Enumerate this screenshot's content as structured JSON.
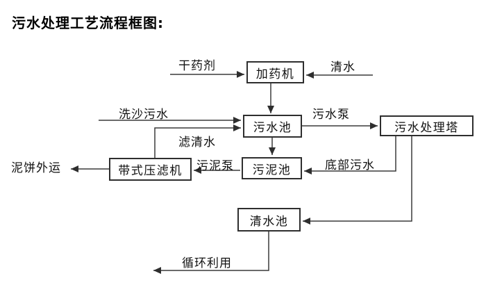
{
  "page": {
    "title": "污水处理工艺流程框图:",
    "background_color": "#ffffff",
    "line_color": "#333333"
  },
  "diagram": {
    "type": "flowchart",
    "nodes": {
      "dosing_machine": "加药机",
      "sewage_pool": "污水池",
      "sewage_treatment_tower": "污水处理塔",
      "sludge_pool": "污泥池",
      "belt_filter_press": "带式压滤机",
      "clear_water_pool": "清水池"
    },
    "flow_labels": {
      "dry_chemical": "干药剂",
      "clear_water": "清水",
      "sand_washing_sewage": "洗沙污水",
      "sewage_pump": "污水泵",
      "filtered_water": "滤清水",
      "sludge_pump": "污泥泵",
      "bottom_sewage": "底部污水",
      "mud_cake_out": "泥饼外运",
      "recycling": "循环利用"
    }
  }
}
